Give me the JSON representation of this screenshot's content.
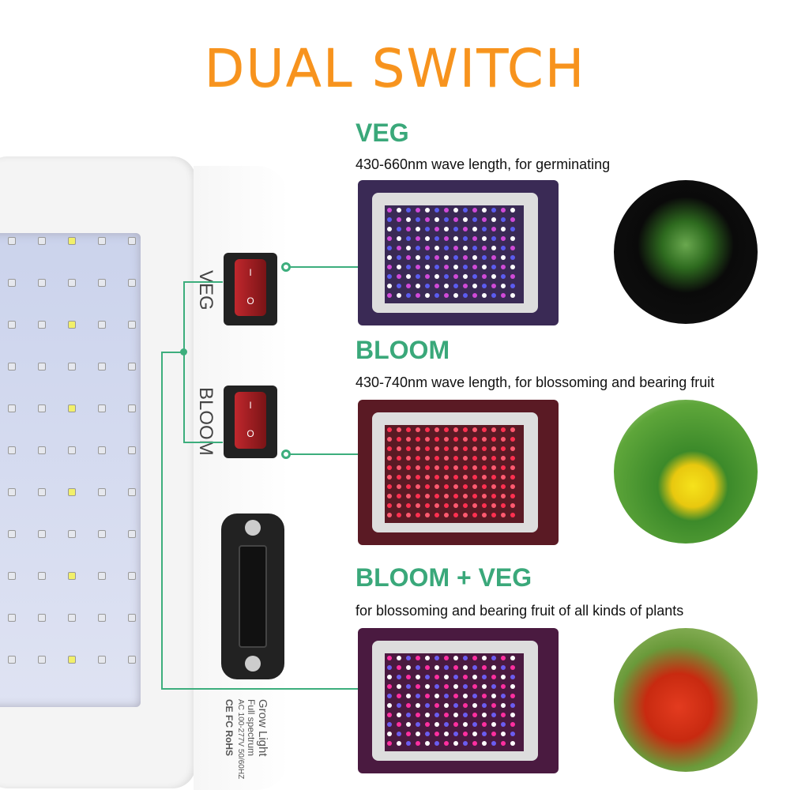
{
  "title": "DUAL SWITCH",
  "switches": {
    "veg_label": "VEG",
    "bloom_label": "BLOOM",
    "on_mark": "I",
    "off_mark": "O"
  },
  "product_label": {
    "line1": "Grow Light",
    "line2": "Full spectrum",
    "line3": "AC 100-277V 50/60HZ",
    "certs": "CE FC RoHS"
  },
  "modes": [
    {
      "name": "VEG",
      "desc": "430-660nm wave length, for germinating",
      "led_colors": [
        "#d04ad8",
        "#5b5cf0",
        "#ffffff"
      ],
      "bg": "#3a2a55",
      "photo": "seedling"
    },
    {
      "name": "BLOOM",
      "desc": "430-740nm wave length, for blossoming and bearing fruit",
      "led_colors": [
        "#ff3050",
        "#ff5a70"
      ],
      "bg": "#5a1a24",
      "photo": "yellow-flower"
    },
    {
      "name": "BLOOM + VEG",
      "desc": "for blossoming and bearing fruit of all kinds of plants",
      "led_colors": [
        "#ff2fa0",
        "#6b5cf0",
        "#ffffff"
      ],
      "bg": "#4a1a40",
      "photo": "tomatoes"
    }
  ],
  "colors": {
    "title": "#f7931e",
    "accent": "#3dae7d"
  }
}
